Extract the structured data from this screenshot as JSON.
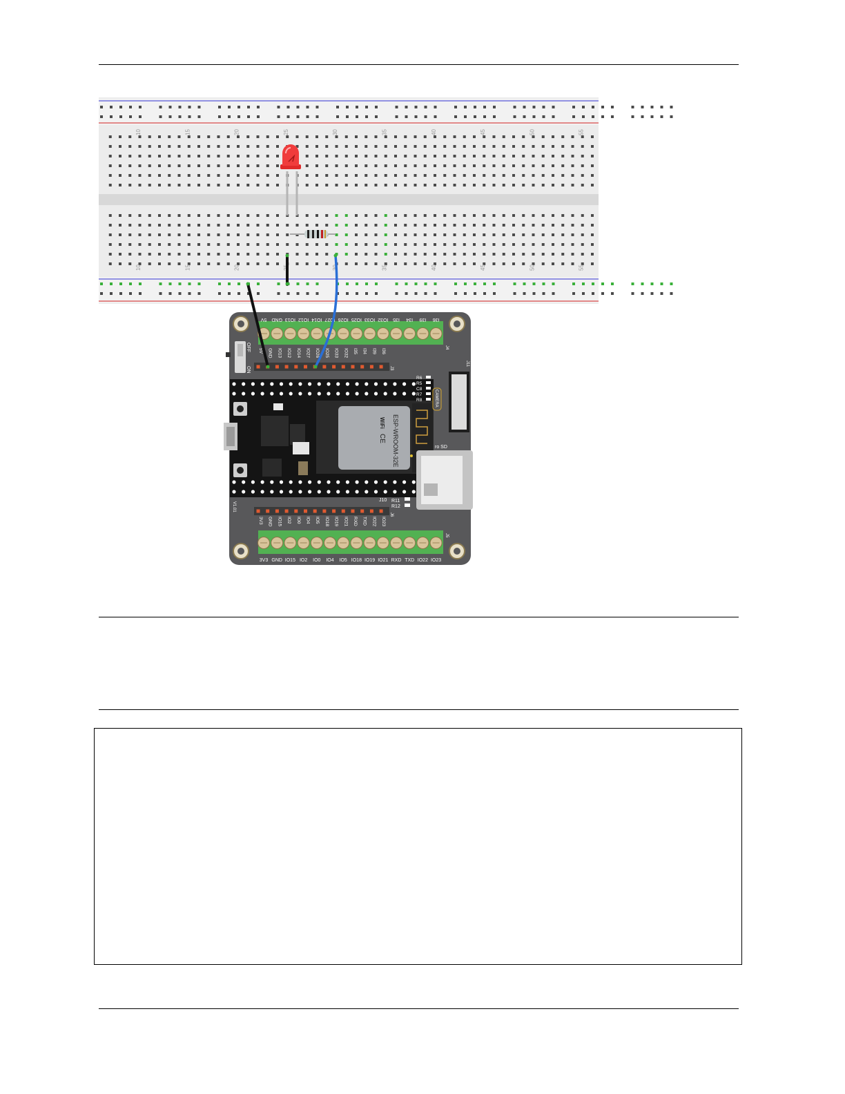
{
  "breadboard": {
    "column_numbers_top": [
      "10",
      "15",
      "20",
      "25",
      "30",
      "35",
      "40",
      "45",
      "50",
      "55"
    ],
    "column_numbers_bottom": [
      "10",
      "15",
      "20",
      "25",
      "30",
      "35",
      "40",
      "45",
      "50",
      "55"
    ]
  },
  "board": {
    "top_terminal_labels": [
      "5V",
      "GND",
      "IO13",
      "IO12",
      "IO14",
      "IO27",
      "IO26",
      "IO25",
      "IO33",
      "IO32",
      "I35",
      "I34",
      "I39",
      "I36"
    ],
    "top_header_labels": [
      "5V",
      "GND",
      "IO13",
      "IO12",
      "IO14",
      "IO27",
      "IO26",
      "IO25",
      "IO33",
      "IO32",
      "I35",
      "I34",
      "I39",
      "I36"
    ],
    "bottom_header_labels": [
      "3V3",
      "GND",
      "IO15",
      "IO2",
      "IO0",
      "IO4",
      "IO5",
      "IO18",
      "IO19",
      "IO21",
      "RXD",
      "TXD",
      "IO22",
      "IO23"
    ],
    "bottom_terminal_labels": [
      "3V3",
      "GND",
      "IO15",
      "IO2",
      "IO0",
      "IO4",
      "IO5",
      "IO18",
      "IO19",
      "IO21",
      "RXD",
      "TXD",
      "IO22",
      "IO23"
    ],
    "switch_off": "OFF",
    "switch_on": "ON",
    "j4": "J4",
    "j3": "J3",
    "j5": "J5",
    "j10": "J10",
    "j11": "J11",
    "r_labels": [
      "R6",
      "R5",
      "C8",
      "R7",
      "R8"
    ],
    "r11": "R11",
    "r12": "R12",
    "camera": "CAMERA",
    "micro_sd": "ro SD",
    "module_name": "ESP-WROOM-32E",
    "wifi": "WiFi",
    "ce": "CE",
    "board_version": "V1.01"
  }
}
